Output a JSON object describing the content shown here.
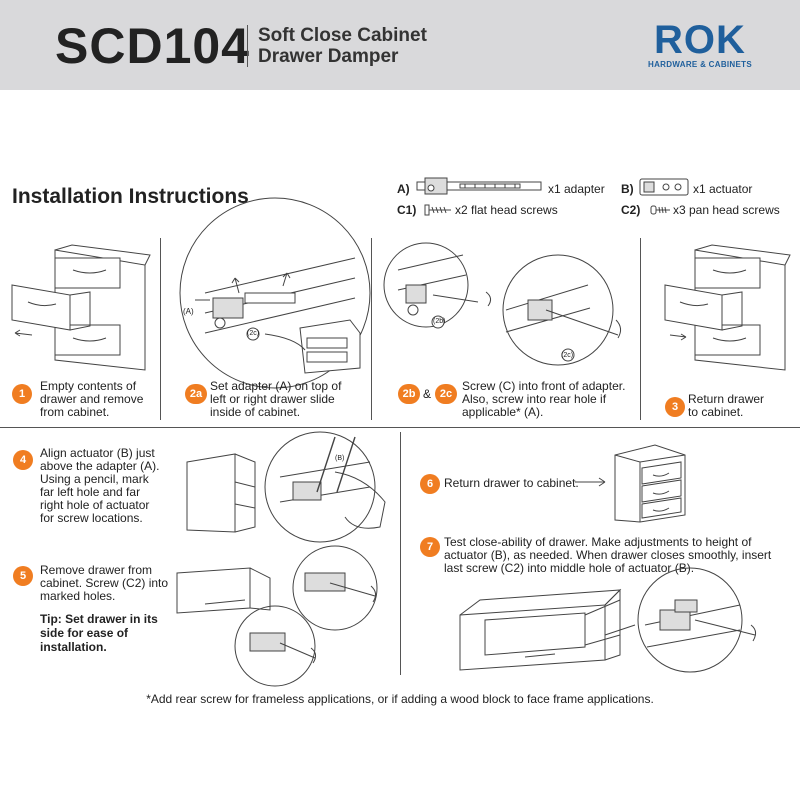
{
  "header": {
    "model": "SCD104",
    "product_line1": "Soft Close Cabinet",
    "product_line2": "Drawer Damper",
    "logo_word": "ROK",
    "logo_sub": "HARDWARE & CABINETS"
  },
  "title": "Installation Instructions",
  "parts": {
    "a_label": "A)",
    "a_desc": "x1 adapter",
    "b_label": "B)",
    "b_desc": "x1 actuator",
    "c1_label": "C1)",
    "c1_desc": "x2 flat head screws",
    "c2_label": "C2)",
    "c2_desc": "x3 pan head screws"
  },
  "callouts": {
    "a": "(A)",
    "c2a": "(2c)",
    "c2b": "(2b)",
    "c2c": "(2c)",
    "b": "(B)"
  },
  "steps": {
    "s1": {
      "num": "1",
      "text": [
        "Empty contents of",
        "drawer and remove",
        "from cabinet."
      ]
    },
    "s2a": {
      "num": "2a",
      "text": [
        "Set adapter (A) on top of",
        "left or right drawer slide",
        "inside of cabinet."
      ]
    },
    "s2b": {
      "num": "2b",
      "amp": "&",
      "num2": "2c",
      "text": [
        "Screw (C) into front of adapter.",
        "Also, screw into rear hole if",
        "applicable* (A)."
      ]
    },
    "s3": {
      "num": "3",
      "text": [
        "Return drawer",
        "to cabinet."
      ]
    },
    "s4": {
      "num": "4",
      "text": [
        "Align actuator (B) just",
        "above the adapter (A).",
        "Using a pencil, mark",
        "far left hole and far",
        "right hole of actuator",
        "for screw locations."
      ]
    },
    "s5": {
      "num": "5",
      "text": [
        "Remove drawer from",
        "cabinet. Screw (C2) into",
        "marked holes."
      ],
      "tip": [
        "Tip: Set drawer in its",
        "side for ease of",
        "installation."
      ]
    },
    "s6": {
      "num": "6",
      "text": [
        "Return drawer to cabinet."
      ]
    },
    "s7": {
      "num": "7",
      "text": [
        "Test close-ability of drawer. Make adjustments to height of",
        "actuator (B), as needed. When drawer closes smoothly, insert",
        "last screw (C2) into middle hole of actuator (B)."
      ]
    }
  },
  "footnote": "*Add rear screw for frameless applications, or if adding a wood block to face frame applications.",
  "colors": {
    "accent": "#f07d21",
    "brand": "#1f5f9c",
    "header_bg": "#d9d9db"
  }
}
